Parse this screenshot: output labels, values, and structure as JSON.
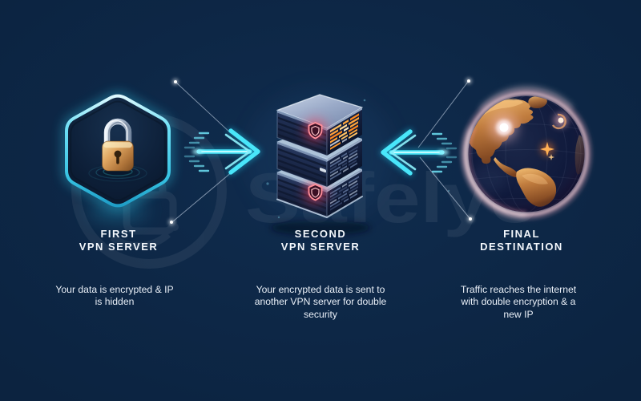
{
  "watermark": {
    "text": "Safelyo"
  },
  "palette": {
    "background": "#0d2845",
    "accent_cyan": "#3fe0f6",
    "badge_glow": "#35cdeb",
    "lock_gold": "#d9a25c",
    "server_led_orange": "#ffa53a",
    "shield_red": "#ff4d5f",
    "globe_rim_pink": "#ffb9c6",
    "continent_copper": "#d98f4d",
    "text_color": "#f3f7fc"
  },
  "nodes": [
    {
      "id": "first-vpn-server",
      "icon": "padlock-hexagon-badge",
      "title_line1": "FIRST",
      "title_line2": "VPN SERVER",
      "desc_line1": "Your data is encrypted & IP",
      "desc_line2": "is hidden",
      "desc_line3": ""
    },
    {
      "id": "second-vpn-server",
      "icon": "server-stack",
      "title_line1": "SECOND",
      "title_line2": "VPN SERVER",
      "desc_line1": "Your encrypted data is sent to",
      "desc_line2": "another VPN server for double",
      "desc_line3": "security"
    },
    {
      "id": "final-destination",
      "icon": "glowing-globe",
      "title_line1": "FINAL",
      "title_line2": "DESTINATION",
      "desc_line1": "Traffic reaches the internet",
      "desc_line2": "with double encryption & a",
      "desc_line3": "new IP"
    }
  ],
  "arrows": [
    {
      "from": "first-vpn-server",
      "to": "second-vpn-server",
      "direction": "right"
    },
    {
      "from": "final-destination",
      "to": "second-vpn-server",
      "direction": "left"
    }
  ]
}
